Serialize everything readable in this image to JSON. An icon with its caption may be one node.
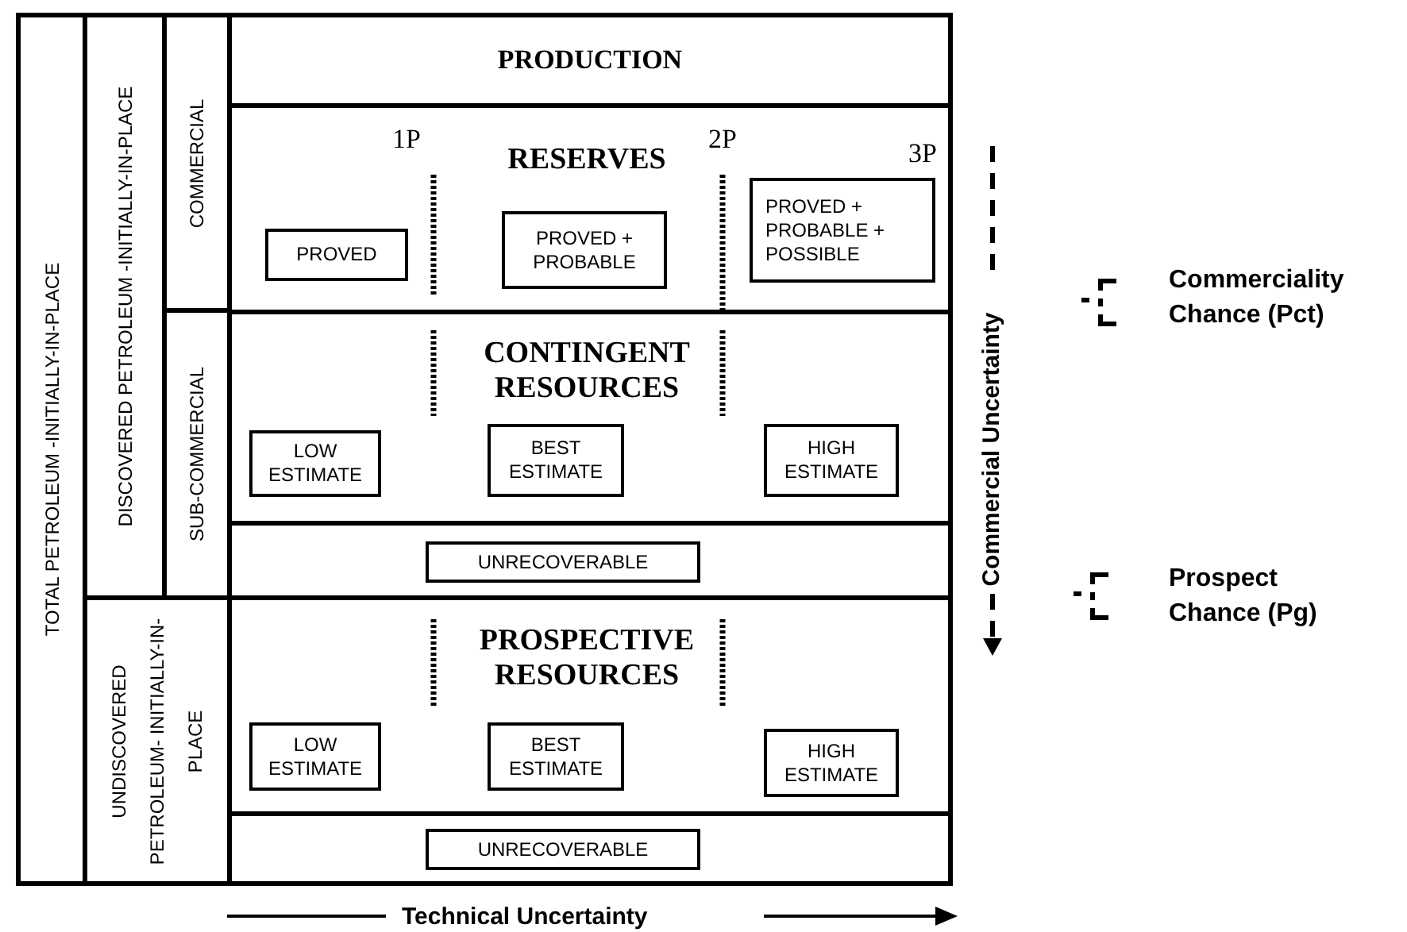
{
  "diagram": {
    "nodes": [
      {
        "text": [
          "TOTAL PETROLEUM -INITIALLY-IN-PLACE"
        ]
      },
      {
        "text": [
          "DISCOVERED PETROLEUM -INITIALLY-IN-PLACE"
        ]
      },
      {
        "text": [
          "COMMERCIAL"
        ]
      },
      {
        "text": [
          "SUB-COMMERCIAL"
        ]
      },
      {
        "text": [
          "UNDISCOVERED PETROLEUM- INITIALLY-IN-PLACE"
        ]
      },
      {
        "text": [
          "PRODUCTION"
        ]
      },
      {
        "text": [
          "RESERVES"
        ]
      },
      {
        "text": [
          "PROVED"
        ],
        "in": 6
      },
      {
        "text": [
          "PROVED + PROBABLE"
        ],
        "in": 6
      },
      {
        "text": [
          "PROVED + PROBABLE + POSSIBLE"
        ],
        "in": 6
      },
      {
        "text": [
          "CONTINGENT RESOURCES"
        ]
      },
      {
        "text": [
          "LOW ESTIMATE"
        ],
        "in": 10
      },
      {
        "text": [
          "BEST ESTIMATE"
        ],
        "in": 10
      },
      {
        "text": [
          "HIGH ESTIMATE"
        ],
        "in": 10
      },
      {
        "text": [
          "UNRECOVERABLE"
        ]
      },
      {
        "text": [
          "PROSPECTIVE RESOURCES"
        ]
      },
      {
        "text": [
          "LOW ESTIMATE"
        ],
        "in": 15
      },
      {
        "text": [
          "BEST ESTIMATE"
        ],
        "in": 15
      },
      {
        "text": [
          "HIGH ESTIMATE"
        ],
        "in": 15
      },
      {
        "text": [
          "UNRECOVERABLE"
        ]
      }
    ],
    "labels": [
      "1P",
      "2P",
      "3P",
      "Commercial Uncertainty",
      "Commerciality Chance (Pct)",
      "Prospect Chance (Pg)",
      "Technical Uncertainty"
    ]
  }
}
